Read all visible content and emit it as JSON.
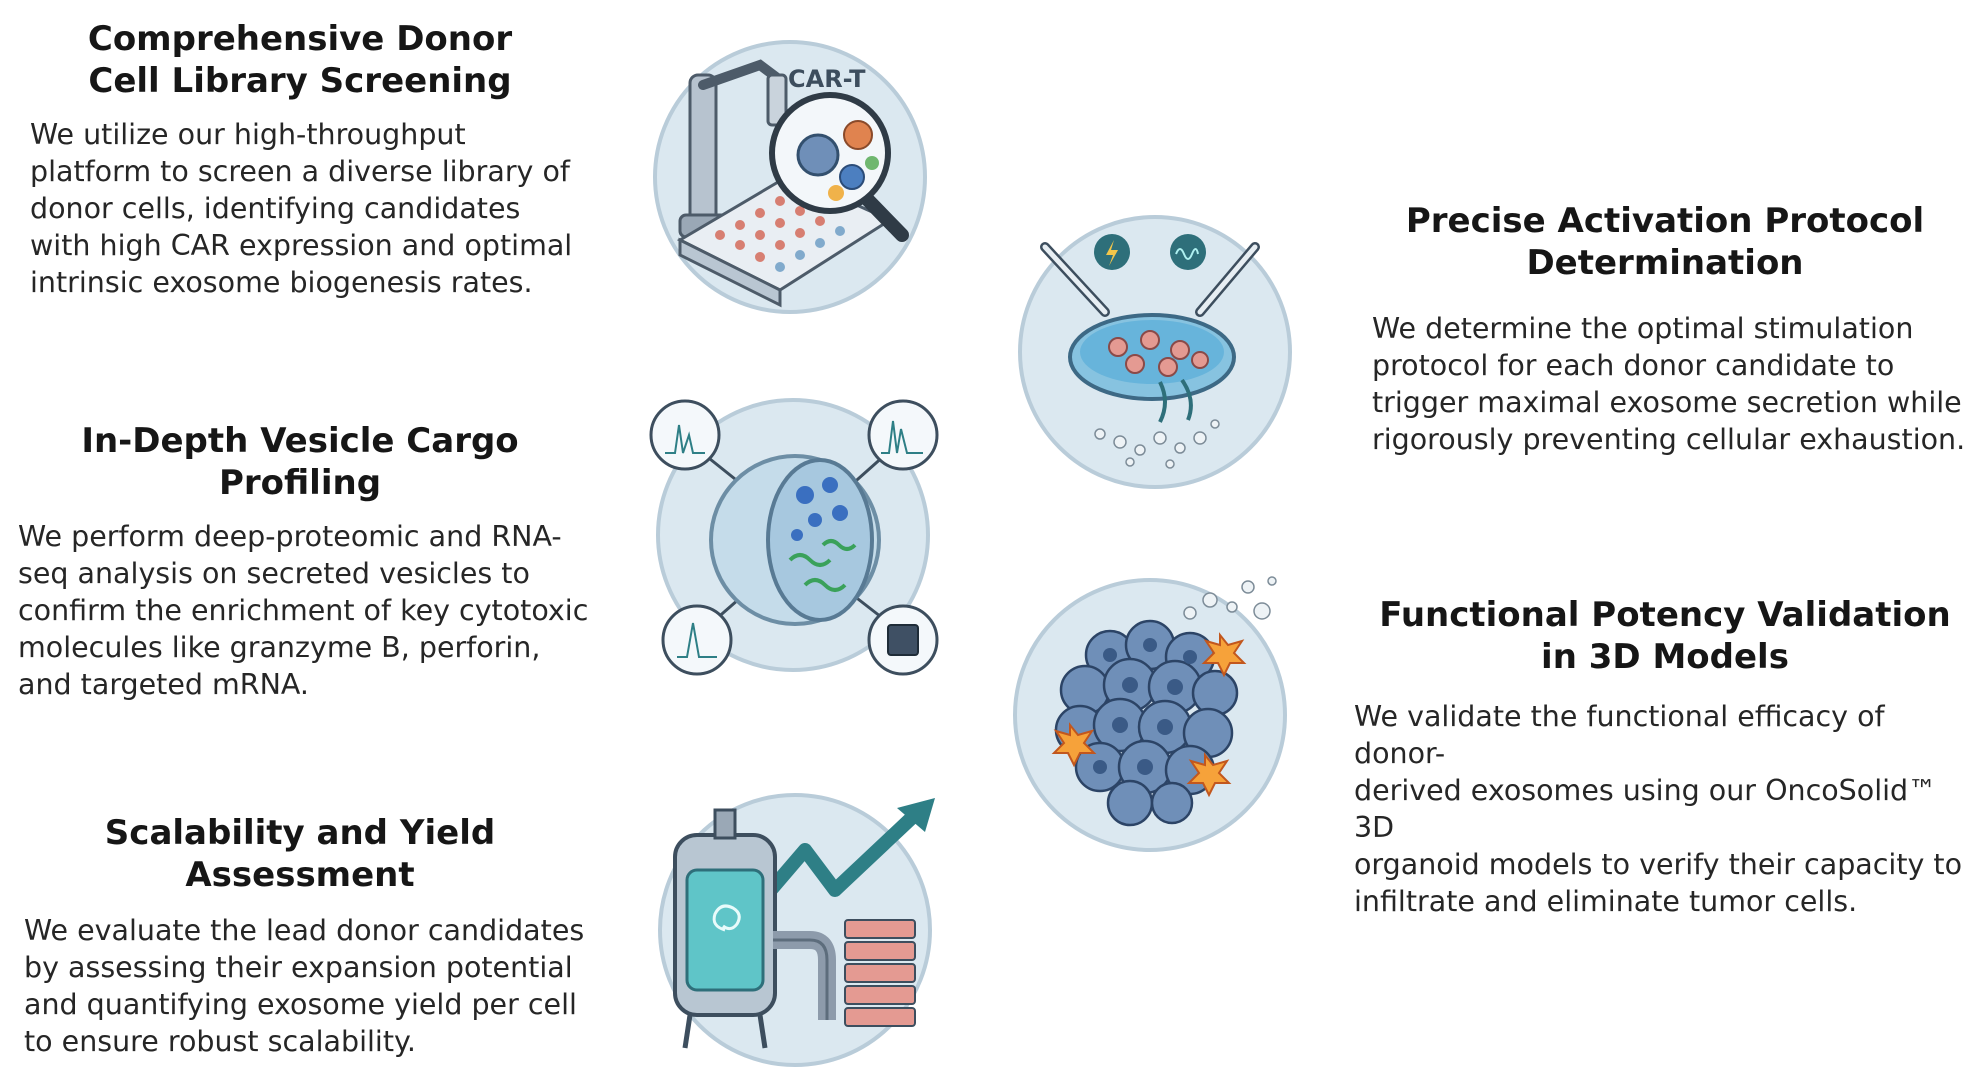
{
  "steps": [
    {
      "title_line1": "Comprehensive Donor",
      "title_line2": "Cell Library Screening",
      "body_lines": [
        "We utilize our high-throughput",
        "platform to screen a diverse library of",
        "donor cells, identifying candidates",
        "with high CAR expression and optimal",
        "intrinsic exosome biogenesis rates."
      ],
      "icon_label": "CAR-T"
    },
    {
      "title_line1": "In-Depth Vesicle Cargo Profiling",
      "body_lines": [
        "We perform deep-proteomic and RNA-",
        "seq analysis on secreted vesicles to",
        "confirm the enrichment of key cytotoxic",
        "molecules like granzyme B, perforin,",
        "and targeted mRNA."
      ]
    },
    {
      "title_line1": "Scalability and Yield Assessment",
      "body_lines": [
        "We evaluate the lead donor candidates",
        "by assessing their expansion potential",
        "and quantifying exosome yield per cell",
        "to ensure robust scalability."
      ]
    },
    {
      "title_line1": "Precise Activation Protocol",
      "title_line2": "Determination",
      "body_lines": [
        "We determine the optimal stimulation",
        "protocol for each donor candidate to",
        "trigger maximal exosome secretion while",
        "rigorously preventing cellular exhaustion."
      ]
    },
    {
      "title_line1": "Functional Potency Validation",
      "title_line2": "in 3D Models",
      "body_lines": [
        "We validate the functional efficacy of donor-",
        "derived exosomes using our OncoSolid™ 3D",
        "organoid models to verify their capacity to",
        "infiltrate and eliminate tumor cells."
      ]
    }
  ],
  "icons": {
    "step1": "lab-robot-microplate-magnifier-icon",
    "step2": "exosome-cross-section-spectra-icon",
    "step3": "bioreactor-growth-arrow-flasks-icon",
    "step4": "petri-dish-stimulation-icon",
    "step5": "tumor-organoid-icon"
  },
  "colors": {
    "circle_fill": "#dbe8f0",
    "circle_stroke": "#b9ccd9",
    "accent_teal": "#2e7f86",
    "cell_blue": "#6f8fb8"
  }
}
